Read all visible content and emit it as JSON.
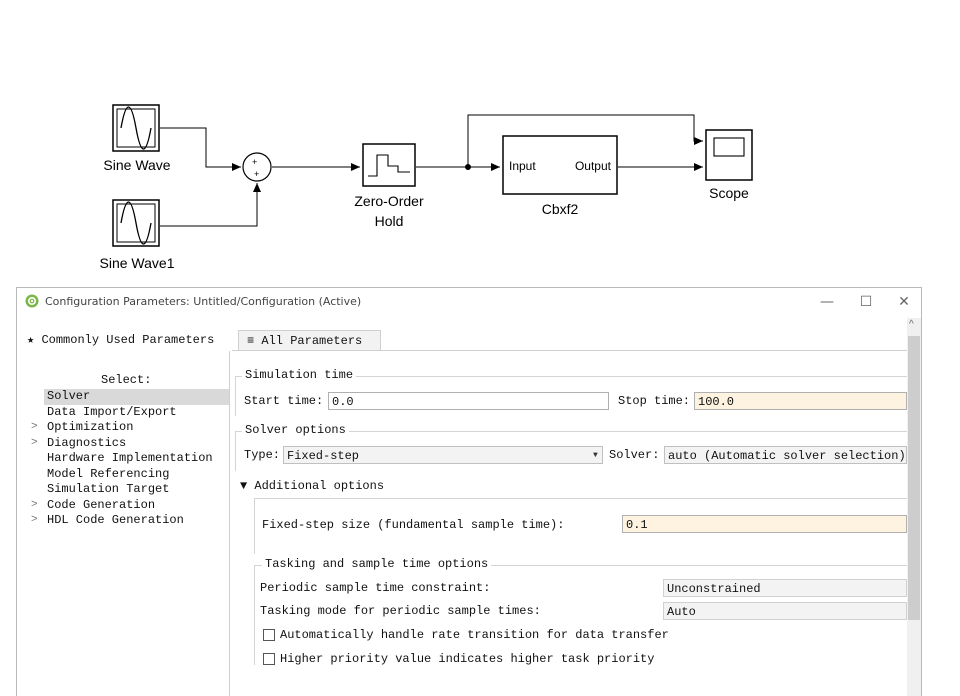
{
  "model": {
    "blocks": {
      "sine_wave": "Sine Wave",
      "sine_wave1": "Sine Wave1",
      "sum_plus1": "+",
      "sum_plus2": "+",
      "zoh_line1": "Zero-Order",
      "zoh_line2": "Hold",
      "subsystem_name": "Cbxf2",
      "subsystem_in": "Input",
      "subsystem_out": "Output",
      "scope": "Scope"
    }
  },
  "dialog": {
    "title": "Configuration Parameters: Untitled/Configuration (Active)",
    "window_controls": {
      "minimize": "—",
      "maximize": "☐",
      "close": "✕"
    },
    "tabs": [
      {
        "icon": "★",
        "label": "Commonly Used Parameters"
      },
      {
        "icon": "≡",
        "label": "All Parameters"
      }
    ],
    "sidebar": {
      "select_label": "Select:",
      "items": [
        {
          "label": "Solver",
          "chevron": ""
        },
        {
          "label": "Data Import/Export",
          "chevron": ""
        },
        {
          "label": "Optimization",
          "chevron": ">"
        },
        {
          "label": "Diagnostics",
          "chevron": ">"
        },
        {
          "label": "Hardware Implementation",
          "chevron": ""
        },
        {
          "label": "Model Referencing",
          "chevron": ""
        },
        {
          "label": "Simulation Target",
          "chevron": ""
        },
        {
          "label": "Code Generation",
          "chevron": ">"
        },
        {
          "label": "HDL Code Generation",
          "chevron": ">"
        }
      ],
      "selected": "Solver"
    },
    "simulation_time": {
      "group": "Simulation time",
      "start_label": "Start time:",
      "start_value": "0.0",
      "stop_label": "Stop time:",
      "stop_value": "100.0"
    },
    "solver_options": {
      "group": "Solver options",
      "type_label": "Type:",
      "type_value": "Fixed-step",
      "solver_label": "Solver:",
      "solver_value": "auto (Automatic solver selection)"
    },
    "additional": {
      "toggle": "▼",
      "label": "Additional options",
      "fixed_step_label": "Fixed-step size (fundamental sample time):",
      "fixed_step_value": "0.1",
      "tasking_group": "Tasking and sample time options",
      "periodic_label": "Periodic sample time constraint:",
      "periodic_value": "Unconstrained",
      "tasking_label": "Tasking mode for periodic sample times:",
      "tasking_value": "Auto",
      "check1_label": "Automatically handle rate transition for data transfer",
      "check2_label": "Higher priority value indicates higher task priority"
    },
    "scroll_up": "^"
  }
}
